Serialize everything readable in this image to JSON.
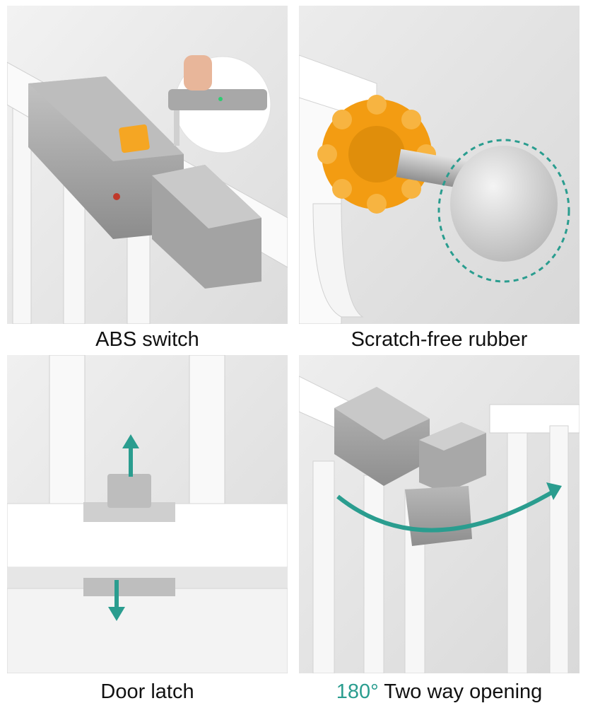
{
  "panels": [
    {
      "caption": "ABS switch"
    },
    {
      "caption": "Scratch-free rubber"
    },
    {
      "caption": "Door latch"
    },
    {
      "caption_accent": "180°",
      "caption_rest": " Two way opening"
    }
  ],
  "colors": {
    "accent_teal": "#2a9d8f",
    "switch_orange": "#f5a623",
    "body_gray": "#9a9a9a",
    "frame_white": "#ffffff",
    "background": "#eeeeee"
  }
}
